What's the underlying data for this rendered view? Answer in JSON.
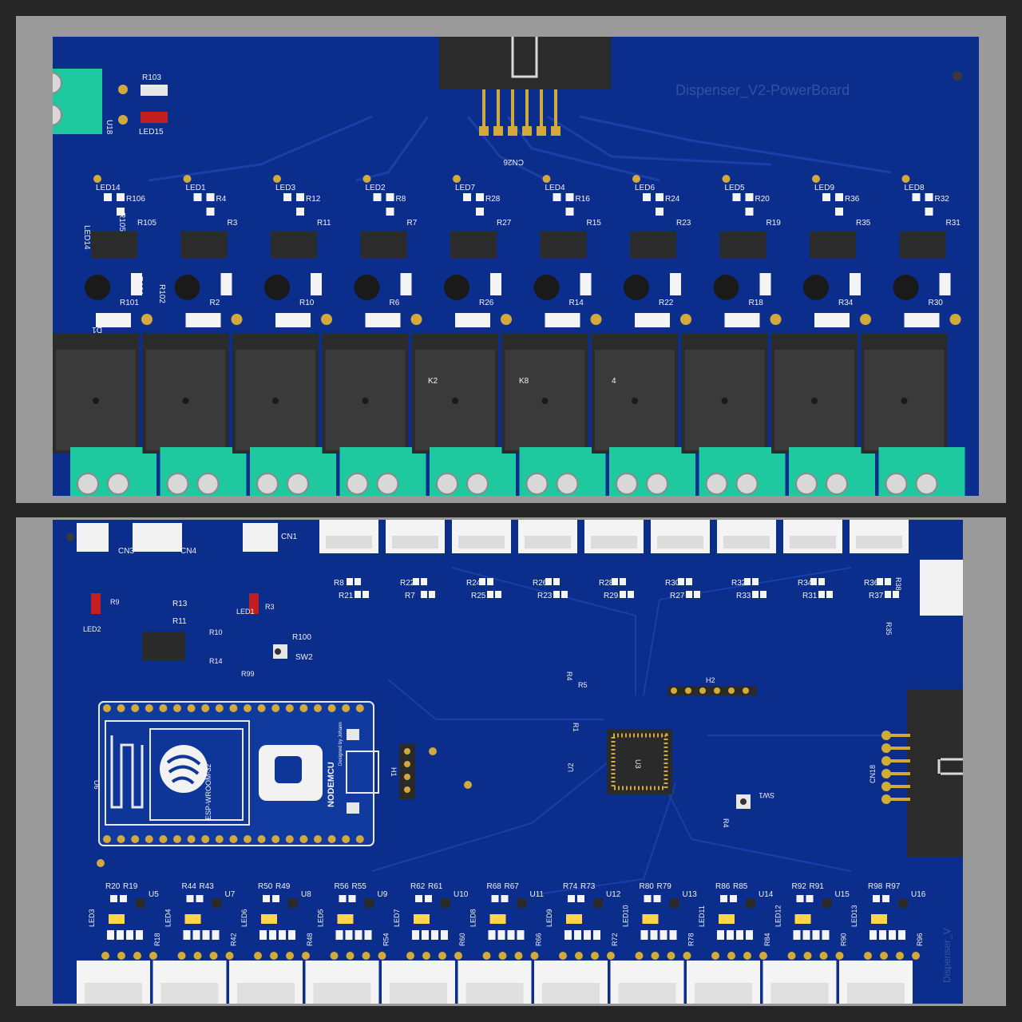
{
  "colors": {
    "background": "#262626",
    "tray": "#9a9a9a",
    "pcb": "#0b2d8c",
    "silkscreen": "#f2f2f2",
    "relay": "#2b2b2b",
    "terminal": "#1fc9a0",
    "connector": "#f4f4f4",
    "gold": "#d2a93a"
  },
  "top_board": {
    "title": "Dispenser_V2-PowerBoard",
    "header_label": "CN26",
    "power_terminal_label": "U18",
    "power_resistor": "R103",
    "power_led": "LED15",
    "relay_channels": [
      {
        "led": "LED14",
        "r_top": "R106",
        "r_mid": "R105",
        "r_low": "R101",
        "r_low2": "R102",
        "diode": "D1"
      },
      {
        "led": "LED1",
        "r_top": "R4",
        "r_mid": "R3",
        "r_low": "R2"
      },
      {
        "led": "LED3",
        "r_top": "R12",
        "r_mid": "R11",
        "r_low": "R10"
      },
      {
        "led": "LED2",
        "r_top": "R8",
        "r_mid": "R7",
        "r_low": "R6"
      },
      {
        "led": "LED7",
        "r_top": "R28",
        "r_mid": "R27",
        "r_low": "R26"
      },
      {
        "led": "LED4",
        "r_top": "R16",
        "r_mid": "R15",
        "r_low": "R14"
      },
      {
        "led": "LED6",
        "r_top": "R24",
        "r_mid": "R23",
        "r_low": "R22"
      },
      {
        "led": "LED5",
        "r_top": "R20",
        "r_mid": "R19",
        "r_low": "R18"
      },
      {
        "led": "LED9",
        "r_top": "R36",
        "r_mid": "R35",
        "r_low": "R34"
      },
      {
        "led": "LED8",
        "r_top": "R32",
        "r_mid": "R31",
        "r_low": "R30"
      }
    ],
    "relay_labels": [
      "K2",
      "K8",
      "4"
    ]
  },
  "bottom_board": {
    "connectors": [
      "CN3",
      "CN4",
      "CN1"
    ],
    "left_parts": [
      "R9",
      "LED2",
      "R13",
      "R11",
      "LED1",
      "R3",
      "R10",
      "R14",
      "R99",
      "R100",
      "SW2"
    ],
    "esp_module": "ESP-WROOM-32",
    "nodemcu": "NODEMCU",
    "designed_by": "Designed by Johann",
    "esp_ref": "U6",
    "header_h1": "H1",
    "header_h2": "H2",
    "mcu_ref": "U3",
    "mcu_parts": [
      "R4",
      "R5",
      "R1",
      "U2",
      "SW1",
      "R4"
    ],
    "ribbon_label": "CN18",
    "side_parts": [
      "R38",
      "R35"
    ],
    "top_resistor_pairs": [
      [
        "R8",
        "R21"
      ],
      [
        "R22",
        "R7"
      ],
      [
        "R24",
        "R25"
      ],
      [
        "R26",
        "R23"
      ],
      [
        "R28",
        "R29"
      ],
      [
        "R30",
        "R27"
      ],
      [
        "R32",
        "R33"
      ],
      [
        "R34",
        "R31"
      ],
      [
        "R36",
        "R37"
      ]
    ],
    "bottom_channels": [
      {
        "ra": "R20",
        "rb": "R19",
        "u": "U5",
        "led": "LED3",
        "rc": "R18"
      },
      {
        "ra": "R44",
        "rb": "R43",
        "u": "U7",
        "led": "LED4",
        "rc": "R42"
      },
      {
        "ra": "R50",
        "rb": "R49",
        "u": "U8",
        "led": "LED6",
        "rc": "R48"
      },
      {
        "ra": "R56",
        "rb": "R55",
        "u": "U9",
        "led": "LED5",
        "rc": "R54"
      },
      {
        "ra": "R62",
        "rb": "R61",
        "u": "U10",
        "led": "LED7",
        "rc": "R60"
      },
      {
        "ra": "R68",
        "rb": "R67",
        "u": "U11",
        "led": "LED8",
        "rc": "R66"
      },
      {
        "ra": "R74",
        "rb": "R73",
        "u": "U12",
        "led": "LED9",
        "rc": "R72"
      },
      {
        "ra": "R80",
        "rb": "R79",
        "u": "U13",
        "led": "LED10",
        "rc": "R78"
      },
      {
        "ra": "R86",
        "rb": "R85",
        "u": "U14",
        "led": "LED11",
        "rc": "R84"
      },
      {
        "ra": "R92",
        "rb": "R91",
        "u": "U15",
        "led": "LED12",
        "rc": "R90"
      },
      {
        "ra": "R98",
        "rb": "R97",
        "u": "U16",
        "led": "LED13",
        "rc": "R96"
      }
    ],
    "side_title": "Dispenser_V"
  }
}
